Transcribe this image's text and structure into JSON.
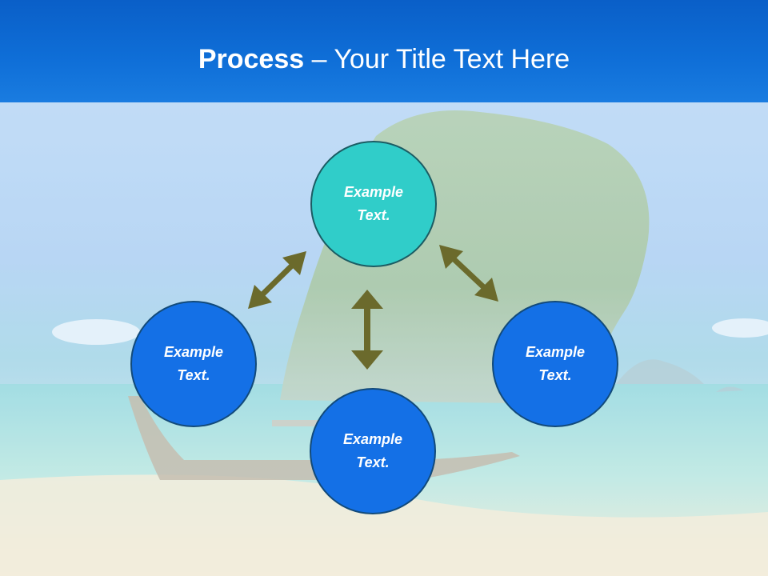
{
  "slide": {
    "title_bold": "Process",
    "title_rest": " – Your Title Text Here"
  },
  "diagram": {
    "nodes": [
      {
        "id": "top",
        "label": "Example Text.",
        "color": "#30cdc9"
      },
      {
        "id": "left",
        "label": "Example Text.",
        "color": "#1470e6"
      },
      {
        "id": "right",
        "label": "Example Text.",
        "color": "#1470e6"
      },
      {
        "id": "bottom",
        "label": "Example Text.",
        "color": "#1470e6"
      }
    ],
    "arrow_color": "#6b6a2c",
    "connections": [
      {
        "from": "top",
        "to": "left",
        "type": "double-arrow"
      },
      {
        "from": "top",
        "to": "right",
        "type": "double-arrow"
      },
      {
        "from": "top",
        "to": "bottom",
        "type": "double-arrow"
      }
    ]
  },
  "background": {
    "description_icons": [
      "sky",
      "sea",
      "limestone-island",
      "longtail-boat",
      "beach"
    ]
  }
}
